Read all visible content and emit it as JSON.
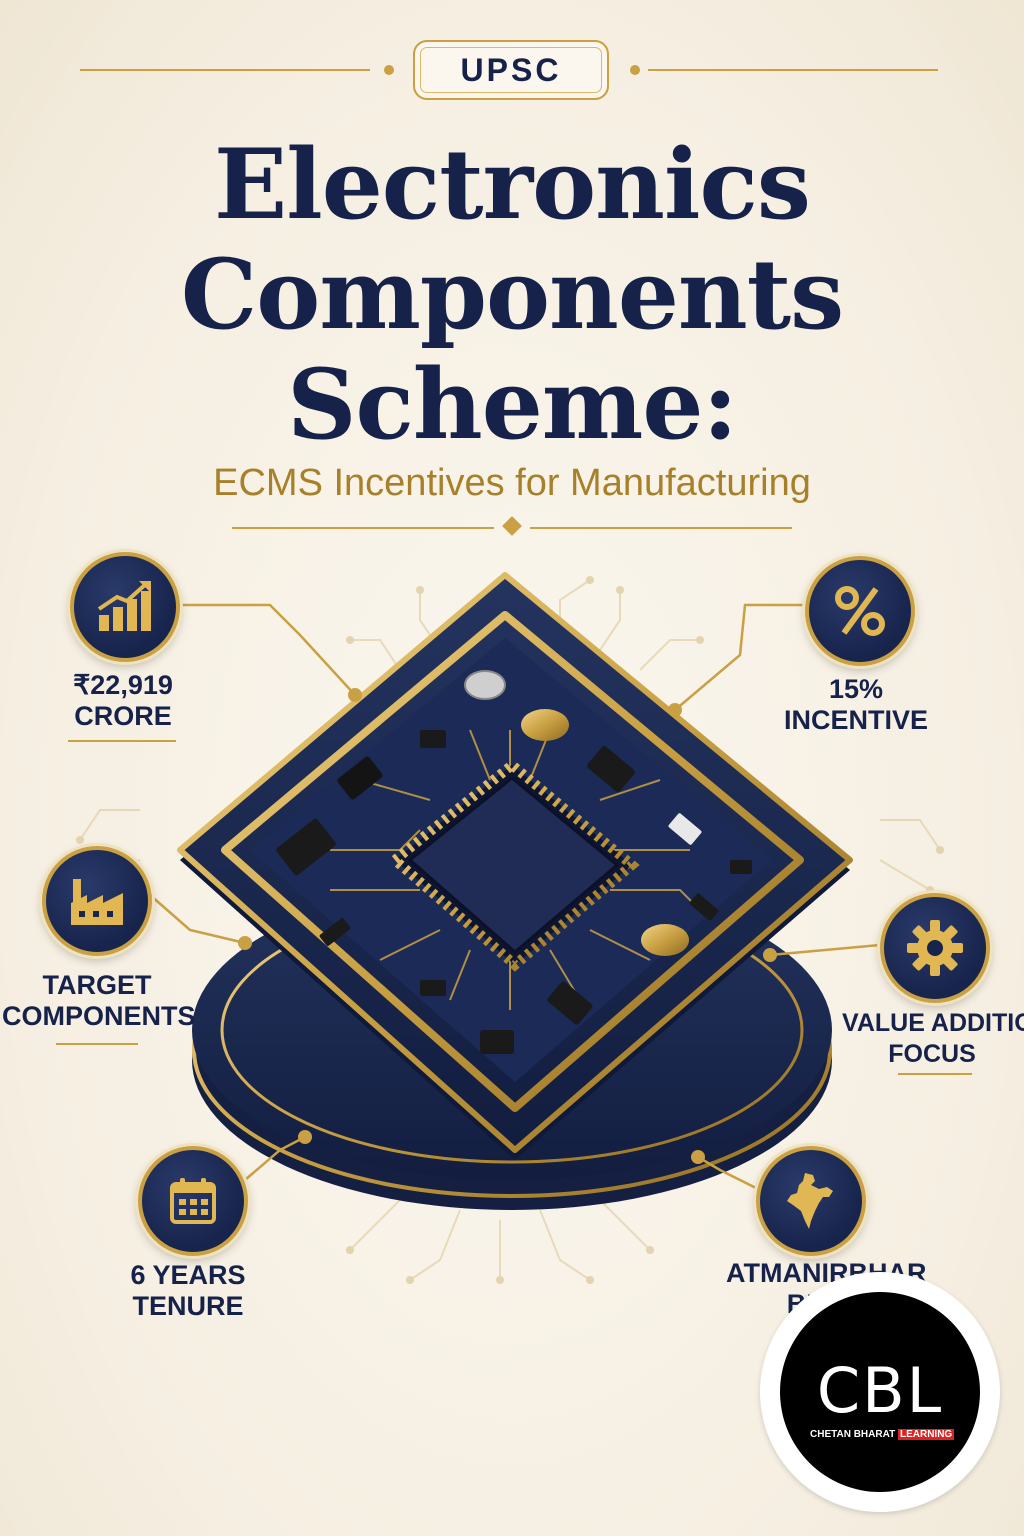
{
  "header": {
    "badge": "UPSC",
    "title_lines": [
      "Electronics",
      "Components",
      "Scheme:"
    ],
    "subtitle": "ECMS Incentives for Manufacturing"
  },
  "features": {
    "outlay": {
      "icon": "bar-chart-growth-icon",
      "lines": [
        "₹22,919",
        "CRORE"
      ]
    },
    "incentive": {
      "icon": "percent-icon",
      "lines": [
        "15%",
        "INCENTIVE"
      ]
    },
    "target": {
      "icon": "factory-icon",
      "lines": [
        "TARGET",
        "COMPONENTS"
      ]
    },
    "value": {
      "icon": "gear-icon",
      "lines": [
        "VALUE ADDITION",
        "FOCUS"
      ]
    },
    "tenure": {
      "icon": "calendar-icon",
      "lines": [
        "6 YEARS",
        "TENURE"
      ]
    },
    "atmanirbhar": {
      "icon": "india-map-icon",
      "lines": [
        "ATMANIRBHAR",
        "BHA"
      ]
    }
  },
  "logo": {
    "letters": "CBL",
    "tagline_main": "CHETAN BHARAT",
    "tagline_accent": "LEARNING"
  },
  "colors": {
    "navy": "#16224a",
    "gold": "#c9a043",
    "background": "#f7f1e6"
  }
}
